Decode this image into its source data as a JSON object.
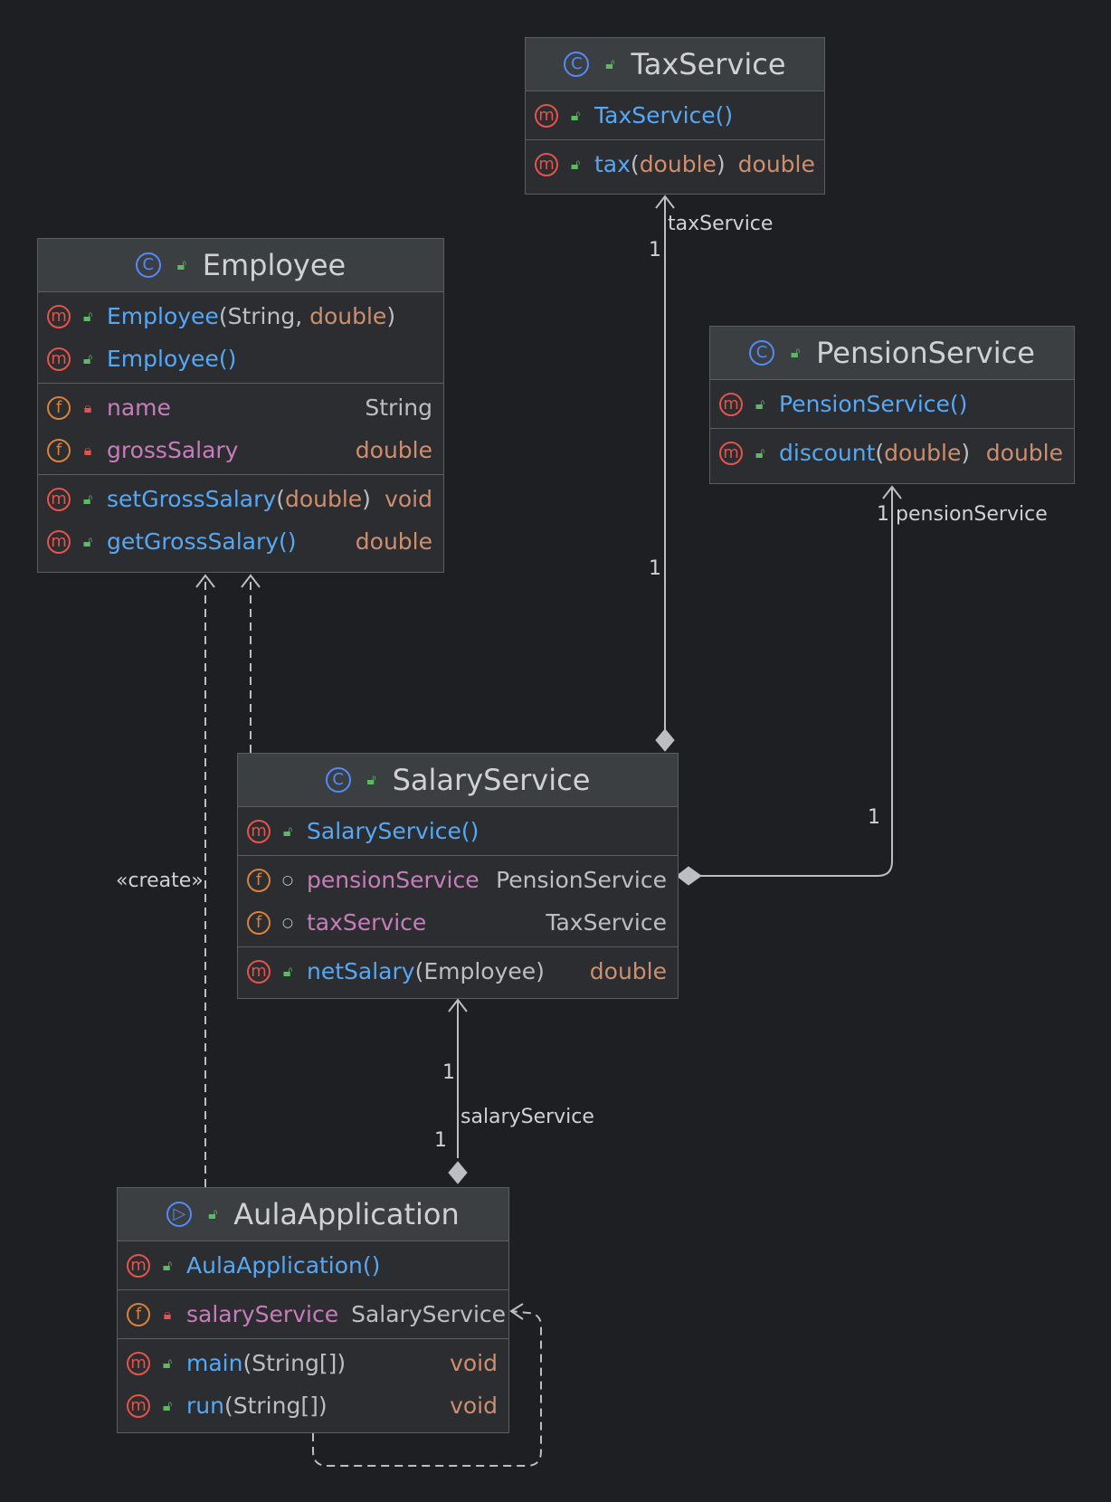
{
  "classes": {
    "tax_service": {
      "name": "TaxService",
      "constructor": "TaxService()",
      "method_name": "tax",
      "method_paren_open": "(",
      "method_param": "double",
      "method_paren_close": ")",
      "method_return": "double"
    },
    "employee": {
      "name": "Employee",
      "ctor1_name": "Employee",
      "ctor1_params_a": "(String, ",
      "ctor1_params_b": "double",
      "ctor1_params_c": ")",
      "ctor2": "Employee()",
      "field1_name": "name",
      "field1_type": "String",
      "field2_name": "grossSalary",
      "field2_type": "double",
      "m1_name": "setGrossSalary",
      "m1_open": "(",
      "m1_param": "double",
      "m1_close": ")",
      "m1_return": "void",
      "m2_name": "getGrossSalary()",
      "m2_return": "double"
    },
    "pension_service": {
      "name": "PensionService",
      "constructor": "PensionService()",
      "method_name": "discount",
      "method_open": "(",
      "method_param": "double",
      "method_close": ")",
      "method_return": "double"
    },
    "salary_service": {
      "name": "SalaryService",
      "constructor": "SalaryService()",
      "field1_name": "pensionService",
      "field1_type": "PensionService",
      "field2_name": "taxService",
      "field2_type": "TaxService",
      "method_name": "netSalary",
      "method_params": "(Employee)",
      "method_return": "double"
    },
    "aula_application": {
      "name": "AulaApplication",
      "constructor": "AulaApplication()",
      "field_name": "salaryService",
      "field_type": "SalaryService",
      "m1_name": "main",
      "m1_params": "(String[])",
      "m1_return": "void",
      "m2_name": "run",
      "m2_params": "(String[])",
      "m2_return": "void"
    }
  },
  "edge_labels": {
    "tax_role": "taxService",
    "tax_mult_top": "1",
    "tax_mult_bottom": "1",
    "pension_role": "pensionService",
    "pension_mult_top": "1",
    "pension_mult_bottom": "1",
    "salary_role": "salaryService",
    "salary_mult_top": "1",
    "salary_mult_bottom": "1",
    "create": "«create»"
  },
  "colors": {
    "background": "#1e1f22",
    "method_name": "#56a8f5",
    "field_name": "#c77dbb",
    "primitive_type": "#cf8e6d",
    "method_badge": "#e5534b",
    "field_badge": "#d9823b",
    "class_badge": "#548af7"
  },
  "icons": {
    "class": "class-icon",
    "method": "method-icon",
    "field": "field-icon",
    "public": "unlock-icon",
    "private": "lock-icon",
    "package_private": "circle-icon",
    "runnable": "run-icon"
  }
}
